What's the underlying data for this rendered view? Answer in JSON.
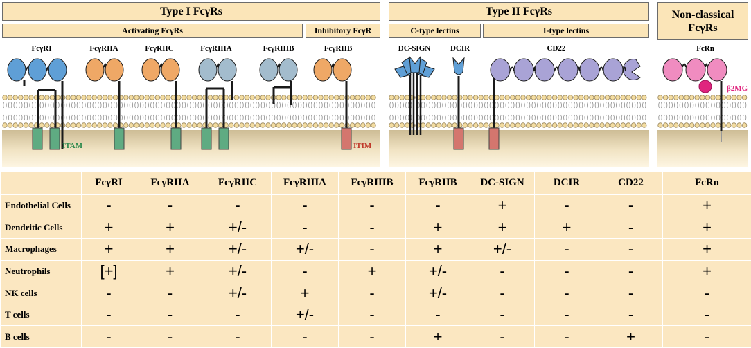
{
  "headers": {
    "type1": "Type I FcγRs",
    "type2": "Type II FcγRs",
    "nonclassical_line1": "Non-classical",
    "nonclassical_line2": "FcγRs",
    "activating": "Activating FcγRs",
    "inhibitory": "Inhibitory FcγR",
    "ctype": "C-type lectins",
    "itype": "I-type lectins"
  },
  "receptors": {
    "fcgri": "FcγRI",
    "fcgriia": "FcγRIIA",
    "fcgriic": "FcγRIIC",
    "fcgriiia": "FcγRIIIA",
    "fcgriiib": "FcγRIIIB",
    "fcgriib": "FcγRIIB",
    "dcsign": "DC-SIGN",
    "dcir": "DCIR",
    "cd22": "CD22",
    "fcrn": "FcRn"
  },
  "motifs": {
    "itam": "ITAM",
    "itim": "ITIM",
    "b2mg": "β2MG"
  },
  "colors": {
    "header_fill": "#fbe5b8",
    "blue_domain": "#5f9fd6",
    "orange_domain": "#efa866",
    "gray_blue_domain": "#a3bccd",
    "purple_domain": "#a9a3d6",
    "pink_domain": "#f08cc0",
    "b2mg": "#e0257e",
    "itam_box": "#5fab82",
    "itim_box": "#d4766e",
    "itam_text": "#2e8b4f",
    "itim_text": "#c0392b"
  },
  "table": {
    "columns": [
      "FcγRI",
      "FcγRIIA",
      "FcγRIIC",
      "FcγRIIIA",
      "FcγRIIIB",
      "FcγRIIB",
      "DC-SIGN",
      "DCIR",
      "CD22",
      "FcRn"
    ],
    "rows": [
      {
        "name": "Endothelial Cells",
        "values": [
          "-",
          "-",
          "-",
          "-",
          "-",
          "-",
          "+",
          "-",
          "-",
          "+"
        ]
      },
      {
        "name": "Dendritic Cells",
        "values": [
          "+",
          "+",
          "+/-",
          "-",
          "-",
          "+",
          "+",
          "+",
          "-",
          "+"
        ]
      },
      {
        "name": "Macrophages",
        "values": [
          "+",
          "+",
          "+/-",
          "+/-",
          "-",
          "+",
          "+/-",
          "-",
          "-",
          "+"
        ]
      },
      {
        "name": "Neutrophils",
        "values": [
          "[+]",
          "+",
          "+/-",
          "-",
          "+",
          "+/-",
          "-",
          "-",
          "-",
          "+"
        ]
      },
      {
        "name": "NK cells",
        "values": [
          "-",
          "-",
          "+/-",
          "+",
          "-",
          "+/-",
          "-",
          "-",
          "-",
          "-"
        ]
      },
      {
        "name": "T cells",
        "values": [
          "-",
          "-",
          "-",
          "+/-",
          "-",
          "-",
          "-",
          "-",
          "-",
          "-"
        ]
      },
      {
        "name": "B cells",
        "values": [
          "-",
          "-",
          "-",
          "-",
          "-",
          "+",
          "-",
          "-",
          "+",
          "-"
        ]
      }
    ]
  }
}
